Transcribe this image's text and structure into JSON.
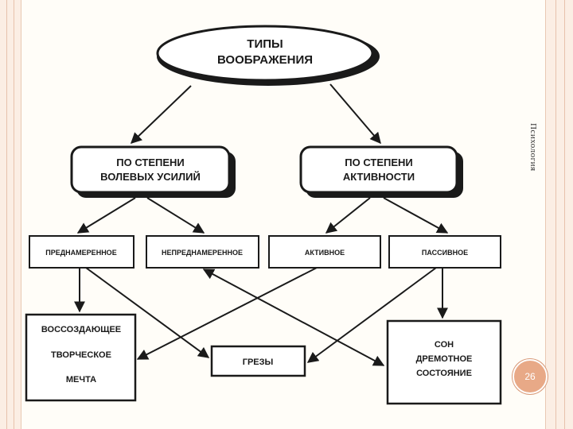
{
  "diagram": {
    "title": "ТИПЫ ВООБРАЖЕНИЯ",
    "title_lines": [
      "ТИПЫ",
      "ВООБРАЖЕНИЯ"
    ],
    "categories": [
      {
        "lines": [
          "ПО СТЕПЕНИ",
          "ВОЛЕВЫХ УСИЛИЙ"
        ]
      },
      {
        "lines": [
          "ПО СТЕПЕНИ",
          "АКТИВНОСТИ"
        ]
      }
    ],
    "subtypes": [
      "ПРЕДНАМЕРЕННОЕ",
      "НЕПРЕДНАМЕРЕННОЕ",
      "АКТИВНОЕ",
      "ПАССИВНОЕ"
    ],
    "results_left": [
      "ВОССОЗДАЮЩЕЕ",
      "ТВОРЧЕСКОЕ",
      "МЕЧТА"
    ],
    "results_center": "ГРЕЗЫ",
    "results_right": [
      "СОН",
      "ДРЕМОТНОЕ",
      "СОСТОЯНИЕ"
    ]
  },
  "slide": {
    "side_label": "Психология",
    "page_number": "26"
  },
  "colors": {
    "frame": "#fbeee4",
    "badge": "#e8a987"
  }
}
